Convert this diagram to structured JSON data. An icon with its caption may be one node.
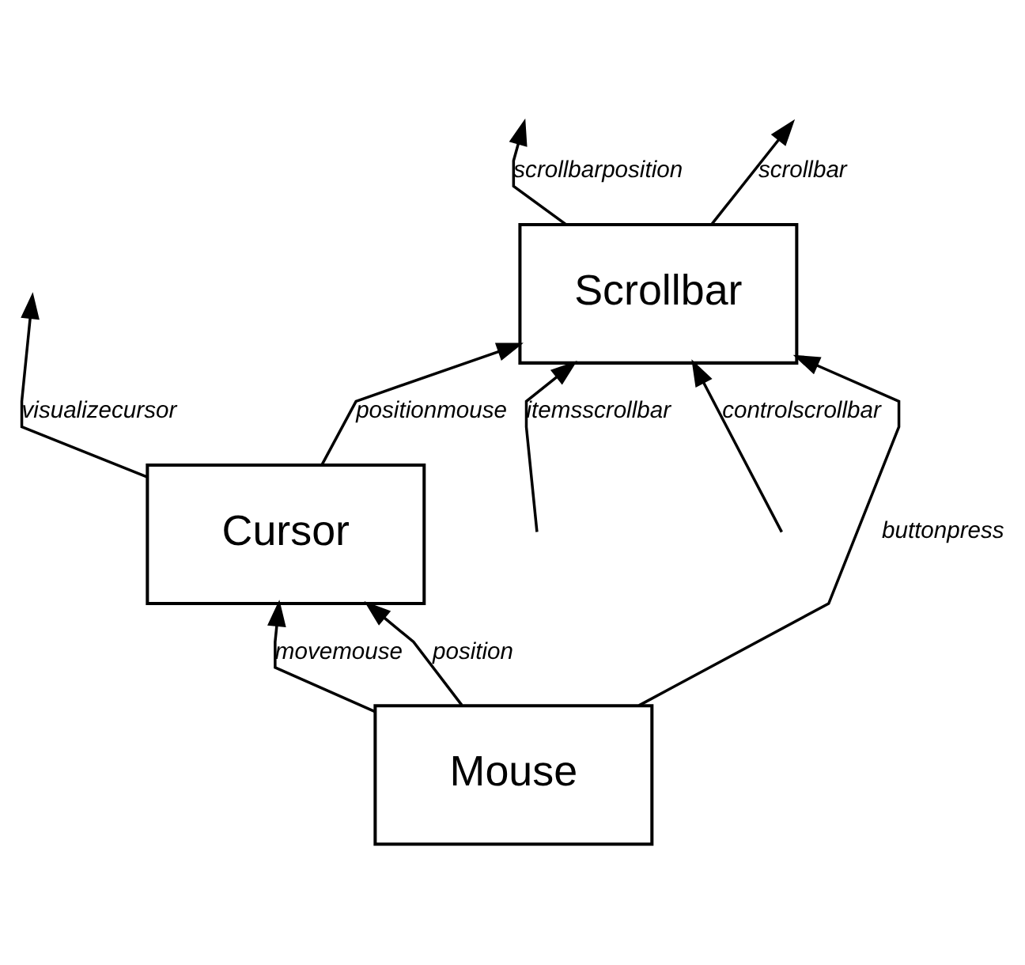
{
  "diagram": {
    "nodes": [
      {
        "text": [
          "Scrollbar"
        ]
      },
      {
        "text": [
          "Cursor"
        ]
      },
      {
        "text": [
          "Mouse"
        ]
      }
    ],
    "edges": [
      {
        "from": null,
        "to": 0,
        "arrow": "to",
        "label": "itemsscrollbar"
      },
      {
        "from": null,
        "to": 0,
        "arrow": "to",
        "label": "controlscrollbar"
      },
      {
        "from": 0,
        "to": null,
        "arrow": "to",
        "label": "scrollbarposition"
      },
      {
        "from": 0,
        "to": null,
        "arrow": "to",
        "label": "scrollbar"
      },
      {
        "from": 1,
        "to": 0,
        "arrow": "to",
        "label": "positionmouse"
      },
      {
        "from": 2,
        "to": 0,
        "arrow": "to",
        "label": "buttonpress"
      },
      {
        "from": 2,
        "to": 1,
        "arrow": "to",
        "label": "movemouse"
      },
      {
        "from": 2,
        "to": 1,
        "arrow": "to",
        "label": "position"
      },
      {
        "from": 1,
        "to": null,
        "arrow": "to",
        "label": "visualizecursor"
      }
    ]
  }
}
